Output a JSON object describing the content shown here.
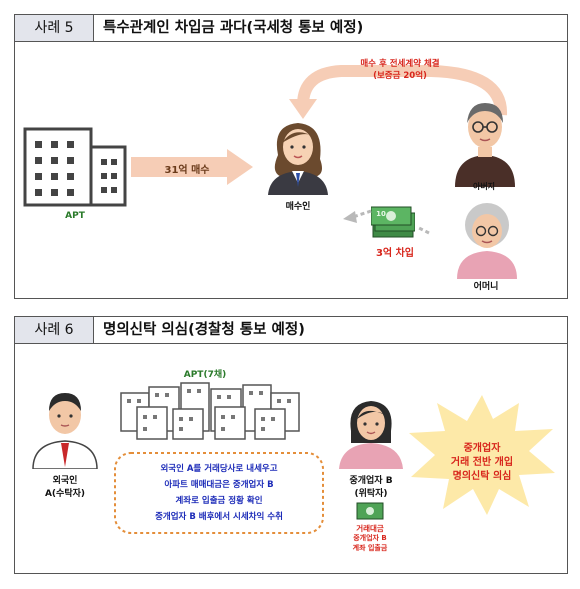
{
  "case5": {
    "label": "사례 5",
    "title": "특수관계인 차입금 과다(국세청 통보 예정)",
    "apt_label": "APT",
    "purchase_arrow": "31억 매수",
    "buyer_label": "매수인",
    "lease_line1": "매수 후 전세계약 체결",
    "lease_line2": "(보증금 20억)",
    "father_label": "아버지",
    "mother_label": "어머니",
    "loan_label": "3억 차입",
    "money_icon_text": "10"
  },
  "case6": {
    "label": "사례 6",
    "title": "명의신탁 의심(경찰청 통보 예정)",
    "apt_label": "APT(7채)",
    "foreigner_line1": "외국인",
    "foreigner_line2": "A(수탁자)",
    "broker_line1": "중개업자 B",
    "broker_line2": "(위탁자)",
    "desc_lines": [
      "외국인 A를 거래당사로 내세우고",
      "아파트 매매대금은 중개업자 B",
      "계좌로 입출금 정황 확인",
      "중개업자 B 배후에서 시세차익 수취"
    ],
    "burst_lines": [
      "중개업자",
      "거래 전반 개입",
      "명의신탁 의심"
    ],
    "deposit_lines": [
      "거래대금",
      "중개업자 B",
      "계좌 입출금"
    ]
  },
  "colors": {
    "header_bg": "#e3e5ec",
    "accent_red": "#d8261c",
    "accent_blue": "#1c2bb8",
    "burst": "#fde9a8"
  }
}
